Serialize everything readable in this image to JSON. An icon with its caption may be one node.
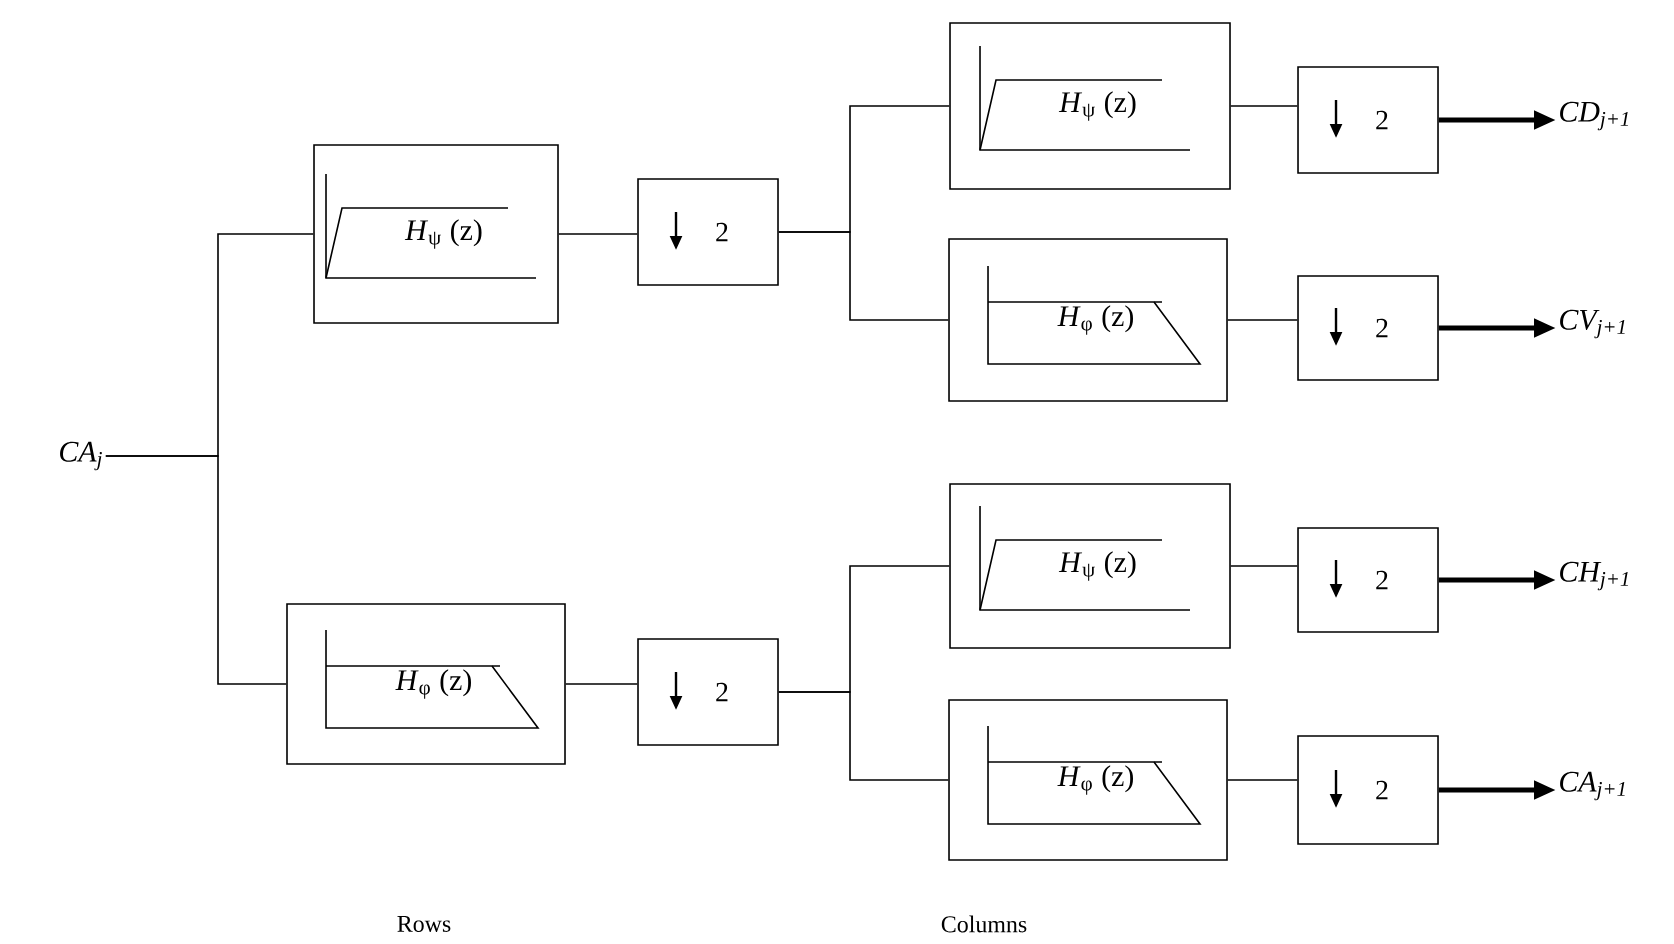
{
  "diagram": {
    "nodes": [
      {
        "text": [
          "CA$_{j}$"
        ]
      },
      {
        "text": [
          "*H*$_{ψ}$ (z)"
        ]
      },
      {
        "text": [
          "2"
        ]
      },
      {
        "text": [
          "*H*$_{φ}$ (z)"
        ]
      },
      {
        "text": [
          "2"
        ]
      },
      {
        "text": [
          "*H*$_{ψ}$ (z)"
        ]
      },
      {
        "text": [
          "2"
        ]
      },
      {
        "text": [
          "*H*$_{φ}$ (z)"
        ]
      },
      {
        "text": [
          "2"
        ]
      },
      {
        "text": [
          "CD$_{j+1}$"
        ]
      },
      {
        "text": [
          "CV$_{j+1}$"
        ]
      },
      {
        "text": [
          "*H*$_{ψ}$ (z)"
        ]
      },
      {
        "text": [
          "2"
        ]
      },
      {
        "text": [
          "*H*$_{φ}$ (z)"
        ]
      },
      {
        "text": [
          "2"
        ]
      },
      {
        "text": [
          "CH$_{j+1}$"
        ]
      },
      {
        "text": [
          "CA$_{j+1}$"
        ]
      }
    ],
    "edges": [
      {
        "from": 0,
        "to": 1,
        "arrow": "none"
      },
      {
        "from": 0,
        "to": 3,
        "arrow": "none"
      },
      {
        "from": 1,
        "to": 2,
        "arrow": "none"
      },
      {
        "from": 3,
        "to": 4,
        "arrow": "none"
      },
      {
        "from": 2,
        "to": 5,
        "arrow": "none"
      },
      {
        "from": 2,
        "to": 7,
        "arrow": "none"
      },
      {
        "from": 4,
        "to": 11,
        "arrow": "none"
      },
      {
        "from": 4,
        "to": 13,
        "arrow": "none"
      },
      {
        "from": 5,
        "to": 6,
        "arrow": "none"
      },
      {
        "from": 7,
        "to": 8,
        "arrow": "none"
      },
      {
        "from": 11,
        "to": 12,
        "arrow": "none"
      },
      {
        "from": 13,
        "to": 14,
        "arrow": "none"
      },
      {
        "from": 6,
        "to": 9,
        "arrow": "to",
        "style": "thick"
      },
      {
        "from": 8,
        "to": 10,
        "arrow": "to",
        "style": "thick"
      },
      {
        "from": 12,
        "to": 15,
        "arrow": "to",
        "style": "thick"
      },
      {
        "from": 14,
        "to": 16,
        "arrow": "to",
        "style": "thick"
      }
    ],
    "labels": [
      "Rows",
      "Columns"
    ]
  }
}
